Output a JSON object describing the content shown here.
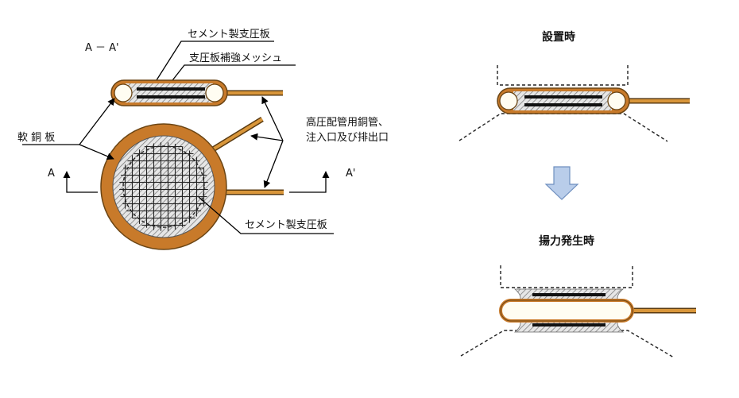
{
  "left_figure": {
    "section_title": "A － A'",
    "label_cement_top": "セメント製支圧板",
    "label_mesh": "支圧板補強メッシュ",
    "label_soft_copper": "軟 銅 板",
    "label_pipe_line1": "高圧配管用銅管、",
    "label_pipe_line2": "注入口及び排出口",
    "label_cement_center": "セメント製支圧板",
    "marker_a": "A",
    "marker_a_prime": "A'"
  },
  "right_figure": {
    "title_install": "設置時",
    "title_lift": "揚力発生時",
    "arrow_icon": "down-arrow-icon"
  },
  "colors": {
    "copper_fill": "#c87a2a",
    "copper_edge": "#6b4514",
    "hatch_gray": "#8c8c8c",
    "arrow_blue": "#b9cdea"
  }
}
